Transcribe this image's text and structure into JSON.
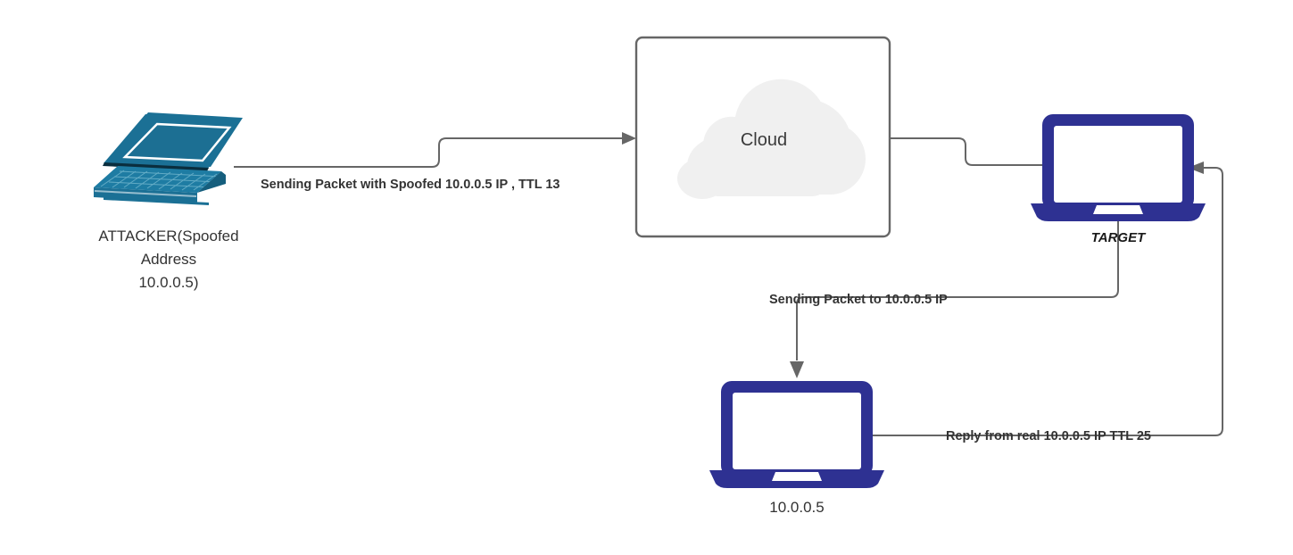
{
  "diagram": {
    "title": "IP Spoofing TTL Attack Diagram",
    "background_color": "#ffffff",
    "nodes": [
      {
        "id": "attacker",
        "icon": "laptop-isometric-icon",
        "color": "#1B7095",
        "label_lines": [
          "ATTACKER(Spoofed",
          "Address",
          "10.0.0.5)"
        ],
        "label_line_1": "ATTACKER(Spoofed",
        "label_line_2": "Address",
        "label_line_3": "10.0.0.5)"
      },
      {
        "id": "cloud",
        "icon": "cloud-icon",
        "label": "Cloud",
        "box_color": "#666666",
        "cloud_color": "#f0f0f0"
      },
      {
        "id": "target",
        "icon": "laptop-front-icon",
        "color": "#2E3192",
        "label": "TARGET"
      },
      {
        "id": "victim",
        "icon": "laptop-front-icon",
        "color": "#2E3192",
        "label": "10.0.0.5"
      }
    ],
    "edges": [
      {
        "id": "attacker-to-cloud",
        "label": "Sending Packet with Spoofed 10.0.0.5 IP , TTL 13",
        "from": "attacker",
        "to": "cloud",
        "arrow": true
      },
      {
        "id": "cloud-to-target",
        "label": "",
        "from": "cloud",
        "to": "target",
        "arrow": false
      },
      {
        "id": "target-to-victim",
        "label": "Sending Packet to 10.0.0.5 IP",
        "from": "target",
        "to": "victim",
        "arrow": true
      },
      {
        "id": "victim-to-target",
        "label": "Reply from real 10.0.0.5 IP TTL 25",
        "from": "victim",
        "to": "target",
        "arrow": true
      }
    ]
  }
}
